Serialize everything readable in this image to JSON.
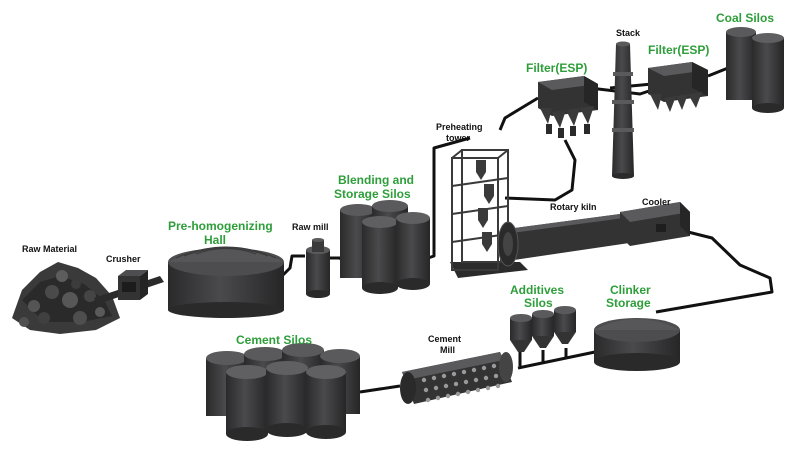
{
  "colors": {
    "label_green": "#2e9e3a",
    "equipment_dark": "#2f2f30",
    "equipment_mid": "#3d3d3f",
    "equipment_light": "#58585a",
    "pipe": "#111111"
  },
  "labels": {
    "raw_material": "Raw Material",
    "crusher": "Crusher",
    "pre_homogenizing_line1": "Pre-homogenizing",
    "pre_homogenizing_line2": "Hall",
    "raw_mill": "Raw mill",
    "blending_line1": "Blending and",
    "blending_line2": "Storage Silos",
    "preheating_line1": "Preheating",
    "preheating_line2": "tower",
    "rotary_kiln": "Rotary kiln",
    "cooler": "Cooler",
    "filter_left": "Filter(ESP)",
    "stack": "Stack",
    "filter_right": "Filter(ESP)",
    "coal_silos": "Coal Silos",
    "additives_line1": "Additives",
    "additives_line2": "Silos",
    "clinker_line1": "Clinker",
    "clinker_line2": "Storage",
    "cement_mill_line1": "Cement",
    "cement_mill_line2": "Mill",
    "cement_silos": "Cement Silos"
  }
}
